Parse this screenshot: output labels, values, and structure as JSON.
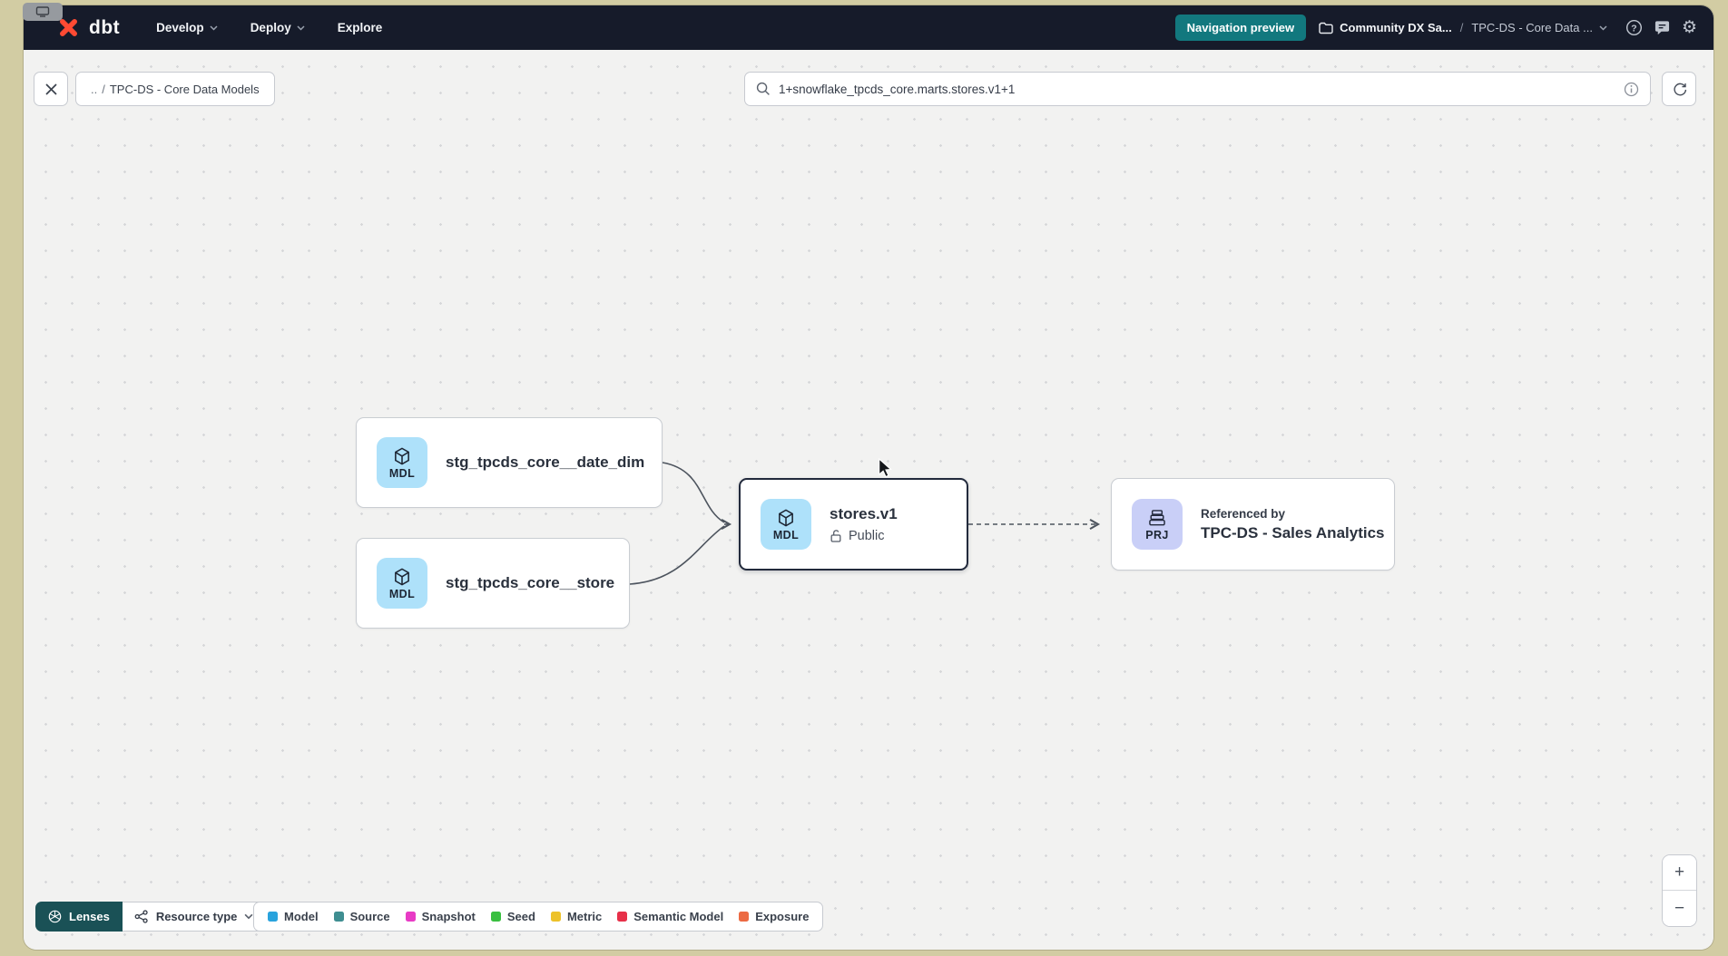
{
  "navbar": {
    "logo_text": "dbt",
    "menus": [
      {
        "label": "Develop"
      },
      {
        "label": "Deploy"
      },
      {
        "label": "Explore"
      }
    ],
    "preview_badge": "Navigation preview",
    "account_breadcrumb": "Community DX Sa...",
    "breadcrumb_separator": "/",
    "project_breadcrumb": "TPC-DS - Core Data ..."
  },
  "toolbar": {
    "chip_prefix": "..",
    "chip_separator": "/",
    "chip_label": "TPC-DS - Core Data Models",
    "search_value": "1+snowflake_tpcds_core.marts.stores.v1+1"
  },
  "graph": {
    "nodes": [
      {
        "badge": "MDL",
        "label": "stg_tpcds_core__date_dim"
      },
      {
        "badge": "MDL",
        "label": "stg_tpcds_core__store"
      },
      {
        "badge": "MDL",
        "label": "stores.v1",
        "access": "Public"
      },
      {
        "badge": "PRJ",
        "label_top": "Referenced by",
        "label": "TPC-DS - Sales Analytics"
      }
    ]
  },
  "footer": {
    "lenses_label": "Lenses",
    "resource_type_label": "Resource type",
    "legend": [
      {
        "label": "Model",
        "color": "#29a3dd"
      },
      {
        "label": "Source",
        "color": "#3f8e91"
      },
      {
        "label": "Snapshot",
        "color": "#e83bc5"
      },
      {
        "label": "Seed",
        "color": "#39bf40"
      },
      {
        "label": "Metric",
        "color": "#edc22a"
      },
      {
        "label": "Semantic Model",
        "color": "#e73049"
      },
      {
        "label": "Exposure",
        "color": "#ec6a43"
      }
    ]
  },
  "zoom_controls": {
    "zoom_in": "+",
    "zoom_out": "−"
  },
  "colors": {
    "accent_teal": "#12787e",
    "navbar_bg": "#161b2a",
    "brand_orange": "#ff4a33",
    "mdl_badge_bg": "#aee1fa",
    "prj_badge_bg": "#c9cff7"
  }
}
